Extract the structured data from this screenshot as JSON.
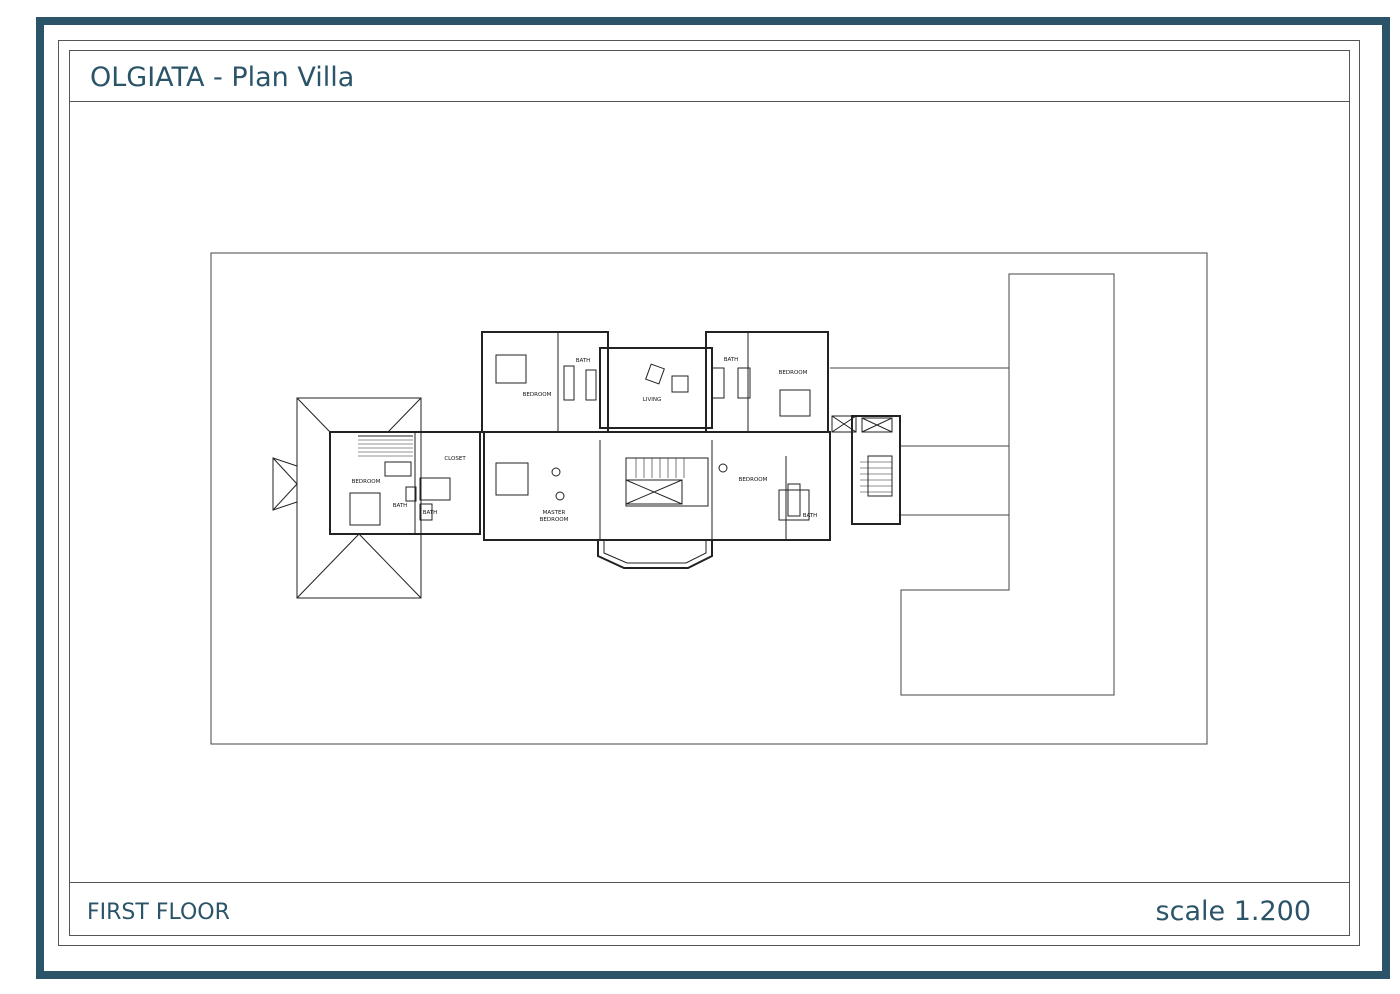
{
  "header": {
    "title": "OLGIATA - Plan Villa"
  },
  "footer": {
    "floor_label": "FIRST FLOOR",
    "scale_label": "scale 1.200"
  },
  "rooms": {
    "bedroom_nw": "BEDROOM",
    "bath_nw": "BATH",
    "living": "LIVING",
    "bath_ne": "BATH",
    "bedroom_ne": "BEDROOM",
    "closet": "CLOSET",
    "bedroom_w": "BEDROOM",
    "bath_w1": "BATH",
    "bath_w2": "BATH",
    "master_line1": "MASTER",
    "master_line2": "BEDROOM",
    "bedroom_e": "BEDROOM",
    "bath_e": "BATH"
  }
}
